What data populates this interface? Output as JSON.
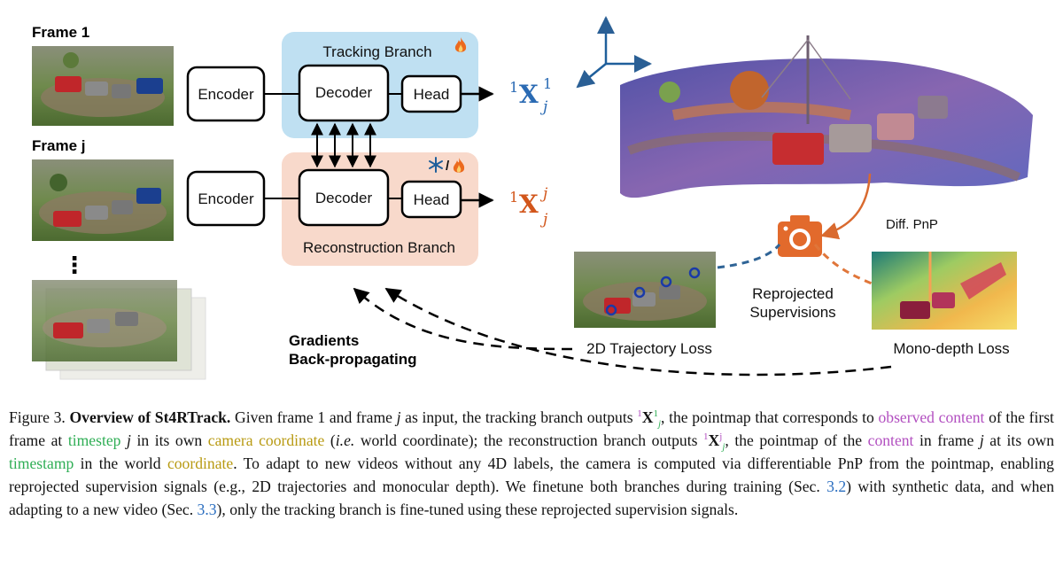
{
  "frames": {
    "frame1_label": "Frame 1",
    "framej_label": "Frame j",
    "ellipsis": "⋮"
  },
  "tracking": {
    "branch_label": "Tracking Branch",
    "encoder": "Encoder",
    "decoder": "Decoder",
    "head": "Head",
    "output_sup_left": "1",
    "output_main": "X",
    "output_sup_right": "1",
    "output_sub": "j",
    "status_icon": "flame-icon"
  },
  "reconstruction": {
    "branch_label": "Reconstruction Branch",
    "encoder": "Encoder",
    "decoder": "Decoder",
    "head": "Head",
    "output_sup_left": "1",
    "output_main": "X",
    "output_sup_right": "j",
    "output_sub": "j",
    "status_icons": [
      "snowflake-icon",
      "flame-icon"
    ],
    "status_sep": "/"
  },
  "right_panel": {
    "diff_pnp": "Diff. PnP",
    "reprojected_line1": "Reprojected",
    "reprojected_line2": "Supervisions",
    "traj_loss": "2D Trajectory Loss",
    "depth_loss": "Mono-depth Loss",
    "gradients_line1": "Gradients",
    "gradients_line2": "Back-propagating"
  },
  "colors": {
    "tracking_bg": "#bfe0f2",
    "reconstruction_bg": "#f8d9cb",
    "tracking_output": "#2a6ab3",
    "reconstruction_output": "#d2561b",
    "camera": "#e26a2c",
    "dash_blue": "#2f6496",
    "dash_orange": "#e0763a"
  },
  "caption": {
    "fig_label": "Figure 3.",
    "title": "Overview of St4RTrack.",
    "p1": "Given frame 1 and frame",
    "j1": "j",
    "p2": "as input, the tracking branch outputs",
    "p3": ", the pointmap that corresponds to",
    "observed_content": "observed content",
    "p4": "of the first frame at",
    "timestep": "timestep",
    "j2": "j",
    "p5": "in its own",
    "camera_coordinate": "camera coordinate",
    "p6a": "(",
    "ie": "i.e.",
    "p6b": "world coordinate); the reconstruction branch outputs",
    "p7": ", the pointmap of the",
    "content": "content",
    "p8": "in frame",
    "j3": "j",
    "p9": "at its own",
    "timestamp": "timestamp",
    "p10": "in the world",
    "coordinate": "coordinate",
    "p11": ". To adapt to new videos without any 4D labels, the camera is computed via differentiable PnP from the pointmap, enabling reprojected supervision signals (e.g., 2D trajectories and monocular depth). We finetune both branches during training (Sec.",
    "sec1": "3.2",
    "p12": ") with synthetic data, and when adapting to a new video (Sec.",
    "sec2": "3.3",
    "p13": "), only the tracking branch is fine-tuned using these reprojected supervision signals.",
    "math_sup1": "1",
    "math_X": "X",
    "math_a_sup": "1",
    "math_a_sub": "j",
    "math_b_sup": "j",
    "math_b_sub": "j"
  }
}
